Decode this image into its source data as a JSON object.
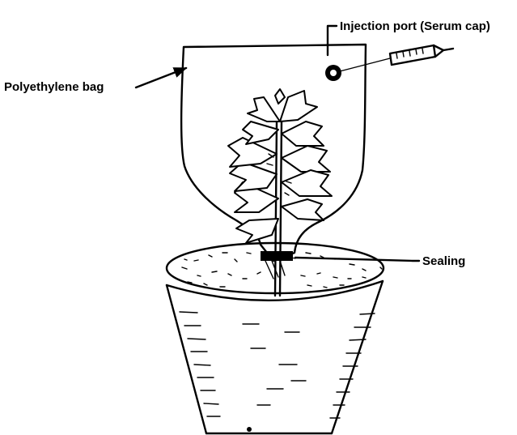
{
  "labels": {
    "injection_port": "Injection port (Serum cap)",
    "bag": "Polyethylene bag",
    "sealing": "Sealing"
  }
}
